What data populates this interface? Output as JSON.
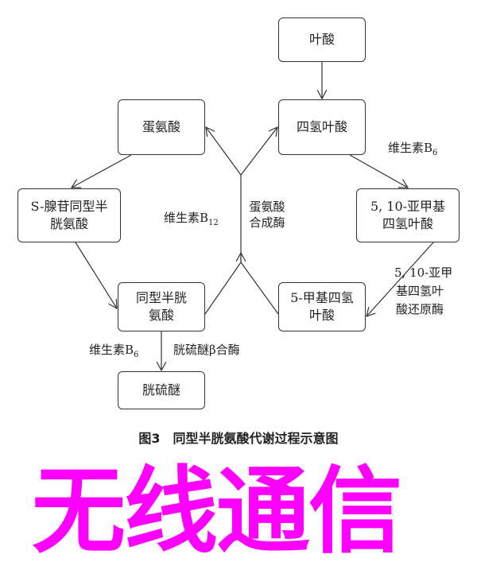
{
  "nodes": {
    "folate": "叶酸",
    "methionine": "蛋氨酸",
    "thf": "四氢叶酸",
    "sah": "S-腺苷同型半胱氨酸",
    "methylene_thf": "5, 10-亚甲基四氢叶酸",
    "homocysteine": "同型半胱氨酸",
    "methyl_thf": "5-甲基四氢叶酸",
    "cystathionine": "胱硫醚"
  },
  "labels": {
    "vitb6_top": "维生素B",
    "vitb6_top_sub": "6",
    "vitb12": "维生素B",
    "vitb12_sub": "12",
    "methionine_synthase": "蛋氨酸合成酶",
    "mthfr_1": "5, 10-亚甲",
    "mthfr_2": "基四氢叶",
    "mthfr_3": "酸还原酶",
    "vitb6_bottom": "维生素B",
    "vitb6_bottom_sub": "6",
    "cbs": "胱硫醚β合酶"
  },
  "caption": "图3　同型半胱氨酸代谢过程示意图",
  "watermark": "无线通信",
  "colors": {
    "watermark": "#ff00ff",
    "line": "#333333"
  }
}
